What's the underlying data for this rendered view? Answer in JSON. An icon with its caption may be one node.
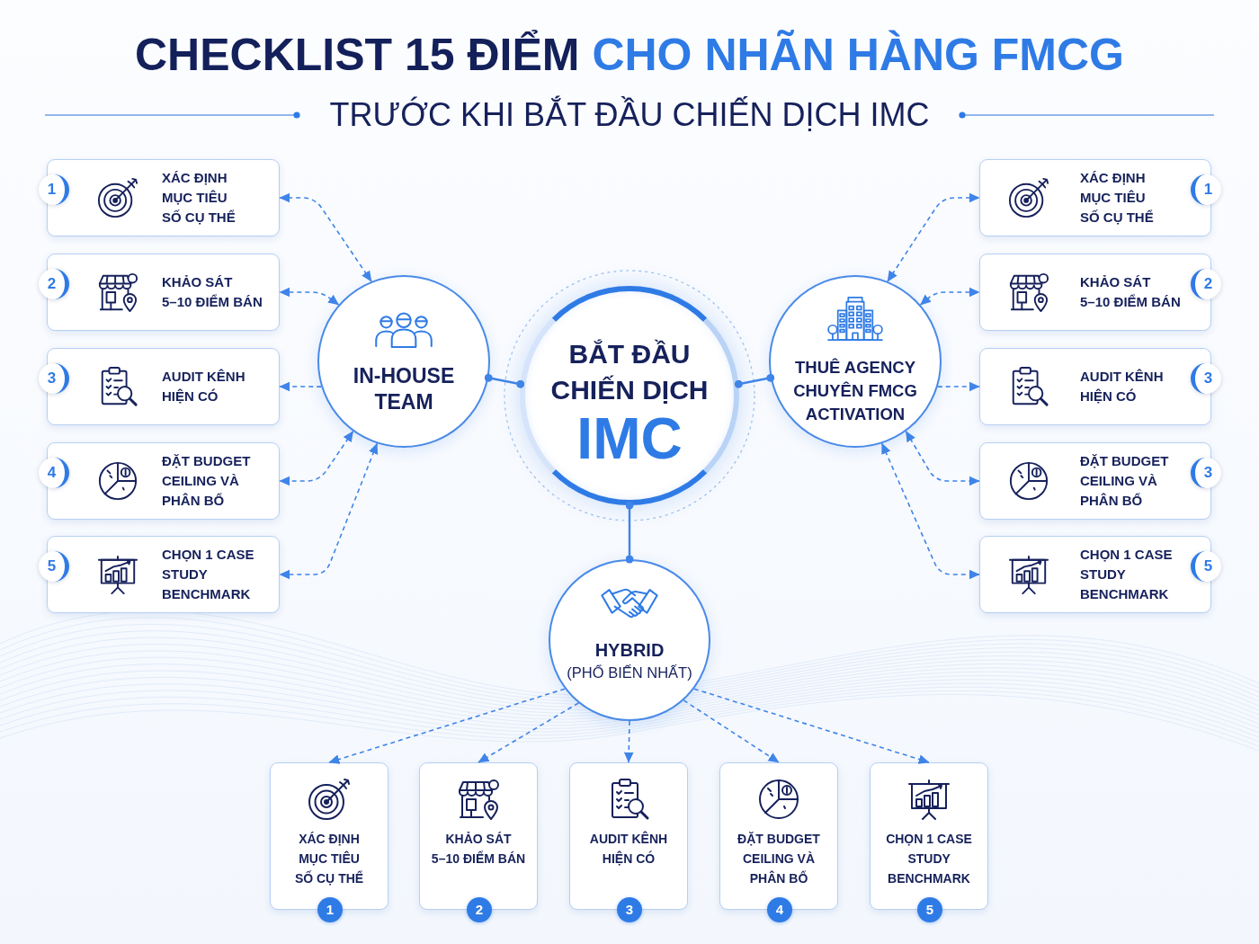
{
  "diagram": {
    "title": "CHECKLIST 15 ĐIỂM **CHO NHÃN HÀNG FMCG**",
    "nodes": [
      {
        "text": [
          "BẮT ĐẦU CHIẾN DỊCH",
          "IMC"
        ]
      },
      {
        "text": [
          "IN-HOUSE TEAM"
        ]
      },
      {
        "text": [
          "THUÊ AGENCY CHUYÊN FMCG ACTIVATION"
        ]
      },
      {
        "text": [
          "HYBRID",
          "(PHỔ BIẾN NHẤT)"
        ]
      },
      {
        "text": [
          "1",
          "XÁC ĐỊNH MỤC TIÊU SỐ CỤ THỂ"
        ]
      },
      {
        "text": [
          "2",
          "KHẢO SÁT 5–10 ĐIỂM BÁN"
        ]
      },
      {
        "text": [
          "3",
          "AUDIT KÊNH HIỆN CÓ"
        ]
      },
      {
        "text": [
          "4",
          "ĐẶT BUDGET CEILING VÀ PHÂN BỔ"
        ]
      },
      {
        "text": [
          "5",
          "CHỌN 1 CASE STUDY BENCHMARK"
        ]
      },
      {
        "text": [
          "XÁC ĐỊNH MỤC TIÊU SỐ CỤ THỂ",
          "1"
        ]
      },
      {
        "text": [
          "KHẢO SÁT 5–10 ĐIỂM BÁN",
          "2"
        ]
      },
      {
        "text": [
          "AUDIT KÊNH HIỆN CÓ",
          "3"
        ]
      },
      {
        "text": [
          "ĐẶT BUDGET CEILING VÀ PHÂN BỔ",
          "3"
        ]
      },
      {
        "text": [
          "CHỌN 1 CASE STUDY BENCHMARK",
          "5"
        ]
      },
      {
        "text": [
          "XÁC ĐỊNH MỤC TIÊU SỐ CỤ THỂ",
          "1"
        ]
      },
      {
        "text": [
          "KHẢO SÁT 5–10 ĐIỂM BÁN",
          "2"
        ]
      },
      {
        "text": [
          "AUDIT KÊNH HIỆN CÓ",
          "3"
        ]
      },
      {
        "text": [
          "ĐẶT BUDGET CEILING VÀ PHÂN BỔ",
          "4"
        ]
      },
      {
        "text": [
          "CHỌN 1 CASE STUDY BENCHMARK",
          "5"
        ]
      }
    ],
    "edges": [
      {
        "from": 0,
        "to": 1,
        "arrow": "other"
      },
      {
        "from": 0,
        "to": 2,
        "arrow": "other"
      },
      {
        "from": 0,
        "to": 3,
        "arrow": "other"
      },
      {
        "from": 1,
        "to": 4,
        "arrow": "both",
        "style": "dashed"
      },
      {
        "from": 1,
        "to": 5,
        "arrow": "both",
        "style": "dashed"
      },
      {
        "from": 1,
        "to": 6,
        "arrow": "to",
        "style": "dashed"
      },
      {
        "from": 1,
        "to": 7,
        "arrow": "both",
        "style": "dashed"
      },
      {
        "from": 1,
        "to": 8,
        "arrow": "both",
        "style": "dashed"
      },
      {
        "from": 2,
        "to": 9,
        "arrow": "both",
        "style": "dashed"
      },
      {
        "from": 2,
        "to": 10,
        "arrow": "both",
        "style": "dashed"
      },
      {
        "from": 2,
        "to": 11,
        "arrow": "to",
        "style": "dashed"
      },
      {
        "from": 2,
        "to": 12,
        "arrow": "both",
        "style": "dashed"
      },
      {
        "from": 2,
        "to": 13,
        "arrow": "both",
        "style": "dashed"
      },
      {
        "from": 3,
        "to": 14,
        "arrow": "to",
        "style": "dashed"
      },
      {
        "from": 3,
        "to": 15,
        "arrow": "to",
        "style": "dashed"
      },
      {
        "from": 3,
        "to": 16,
        "arrow": "to",
        "style": "dashed"
      },
      {
        "from": 3,
        "to": 17,
        "arrow": "to",
        "style": "dashed"
      },
      {
        "from": 3,
        "to": 18,
        "arrow": "to",
        "style": "dashed"
      }
    ],
    "labels": [
      "TRƯỚC KHI BẮT ĐẦU CHIẾN DỊCH IMC"
    ]
  }
}
